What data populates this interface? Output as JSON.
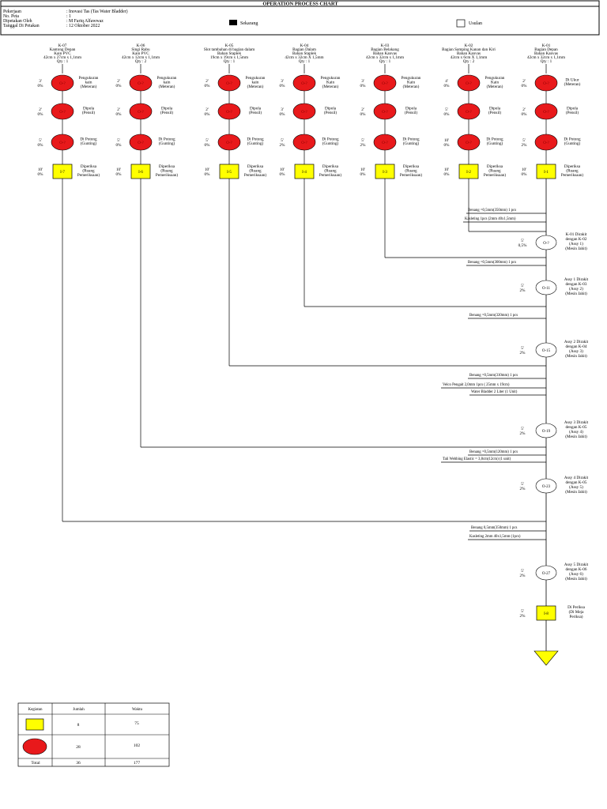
{
  "header": {
    "title": "OPERATION PROCESS CHART",
    "fields": [
      {
        "label": "Pekerjaan",
        "value": ": Inovasi Tas (Tas Water Bladder)"
      },
      {
        "label": "No. Peta",
        "value": ": 1"
      },
      {
        "label": "Dipetakan Oleh",
        "value": ": M Fariq Alfawwaz"
      },
      {
        "label": "Tanggal Di Petakan",
        "value": ": 12 Oktober 2022"
      }
    ],
    "legend_now": "Sekarang",
    "legend_proposed": "Usulan"
  },
  "columns": [
    {
      "code": "K-07",
      "name": [
        "Kantong Depan",
        "Kain PVC"
      ],
      "size": "42cm x 27cm x 1,1mm",
      "qty": "Qty : 1",
      "steps": [
        {
          "id": "O-?",
          "time": "3'",
          "pct": "0%",
          "desc": [
            "Pengukuran",
            "kain",
            "(Meteran)"
          ]
        },
        {
          "id": "O-?",
          "time": "2'",
          "pct": "0%",
          "desc": [
            "Dipola",
            "(Pensil)"
          ]
        },
        {
          "id": "O-?",
          "time": "5'",
          "pct": "0%",
          "desc": [
            "Di Potong",
            "(Gunting)"
          ]
        },
        {
          "id": "I-7",
          "time": "10'",
          "pct": "0%",
          "desc": [
            "Diperiksa",
            "(Ruang",
            "Pemeriksaan)"
          ]
        }
      ]
    },
    {
      "code": "K-06",
      "name": [
        "Singi Rabu",
        "Kain PVC"
      ],
      "size": "42cm x 12cm x 1,1mm",
      "qty": "Qty : 2",
      "steps": [
        {
          "id": "O-?",
          "time": "2'",
          "pct": "0%",
          "desc": [
            "Pengukuran",
            "kain",
            "(Meteran)"
          ]
        },
        {
          "id": "O-?",
          "time": "2'",
          "pct": "0%",
          "desc": [
            "Dipola",
            "(Pensil)"
          ]
        },
        {
          "id": "O-?",
          "time": "5'",
          "pct": "0%",
          "desc": [
            "Di Potong",
            "(Gunting)"
          ]
        },
        {
          "id": "I-6",
          "time": "10'",
          "pct": "0%",
          "desc": [
            "Diperiksa",
            "(Ruang",
            "Pemeriksaan)"
          ]
        }
      ]
    },
    {
      "code": "K-05",
      "name": [
        "Slot tambahan di bagian dalam",
        "Bahan Staplek"
      ],
      "size": "19cm x 19cm x 1,5mm",
      "qty": "Qty : 1",
      "steps": [
        {
          "id": "O-?",
          "time": "2'",
          "pct": "0%",
          "desc": [
            "Pengukuran",
            "kain",
            "(Meteran)"
          ]
        },
        {
          "id": "O-?",
          "time": "2'",
          "pct": "0%",
          "desc": [
            "Dipola",
            "(Pensil)"
          ]
        },
        {
          "id": "O-?",
          "time": "5'",
          "pct": "0%",
          "desc": [
            "Di Potong",
            "(Gunting)"
          ]
        },
        {
          "id": "I-5",
          "time": "10'",
          "pct": "0%",
          "desc": [
            "Diperiksa",
            "(Ruang",
            "Pemeriksaan)"
          ]
        }
      ]
    },
    {
      "code": "K-04",
      "name": [
        "Bagian Dalam",
        "Bahan Staplek"
      ],
      "size": "42cm x 32cm X 1,5mm",
      "qty": "Qty : 1",
      "steps": [
        {
          "id": "O-?",
          "time": "3'",
          "pct": "0%",
          "desc": [
            "Pengukuran",
            "Kain",
            "(Meteran)"
          ]
        },
        {
          "id": "O-?",
          "time": "3'",
          "pct": "0%",
          "desc": [
            "Dipola",
            "(Pensil)"
          ]
        },
        {
          "id": "O-?",
          "time": "5'",
          "pct": "2%",
          "desc": [
            "Di Potong",
            "(Gunting)"
          ]
        },
        {
          "id": "I-4",
          "time": "10'",
          "pct": "0%",
          "desc": [
            "Diperiksa",
            "(Ruang",
            "Pemeriksaan)"
          ]
        }
      ]
    },
    {
      "code": "K-03",
      "name": [
        "Bagian Belakang",
        "Bahan Kanvas"
      ],
      "size": "42cm x 32cm x 1,1mm",
      "qty": "Qty : 1",
      "steps": [
        {
          "id": "O-?",
          "time": "3'",
          "pct": "0%",
          "desc": [
            "Pengukuran",
            "Kain",
            "(Meteran)"
          ]
        },
        {
          "id": "O-?",
          "time": "2'",
          "pct": "0%",
          "desc": [
            "Dipola",
            "(Pensil)"
          ]
        },
        {
          "id": "O-?",
          "time": "5'",
          "pct": "2%",
          "desc": [
            "Di Potong",
            "(Gunting)"
          ]
        },
        {
          "id": "I-3",
          "time": "10'",
          "pct": "0%",
          "desc": [
            "Diperiksa",
            "(Ruang",
            "Pemeriksaan)"
          ]
        }
      ]
    },
    {
      "code": "K-02",
      "name": [
        "Bagian Samping Kanan dan Kiri",
        "Bahan Kanvas"
      ],
      "size": "42cm x 6cm X 1,1mm",
      "qty": "Qty : 2",
      "steps": [
        {
          "id": "O-?",
          "time": "4'",
          "pct": "0%",
          "desc": [
            "Pengukuran",
            "Kain",
            "(Meteran)"
          ]
        },
        {
          "id": "O-?",
          "time": "5'",
          "pct": "0%",
          "desc": [
            "Dipola",
            "(Pensil)"
          ]
        },
        {
          "id": "O-?",
          "time": "10'",
          "pct": "0%",
          "desc": [
            "Di Potong",
            "(Gunting)"
          ]
        },
        {
          "id": "I-2",
          "time": "10'",
          "pct": "0%",
          "desc": [
            "Diperiksa",
            "(Ruang",
            "Pemeriksaan)"
          ]
        }
      ]
    },
    {
      "code": "K-01",
      "name": [
        "Bagian Depan",
        "Bahan Kanvas"
      ],
      "size": "42cm x 32cm x 1,1mm",
      "qty": "Qty : 1",
      "steps": [
        {
          "id": "O-?",
          "time": "2'",
          "pct": "0%",
          "desc": [
            "Di Ukur",
            "(Meteran)"
          ]
        },
        {
          "id": "O-?",
          "time": "2'",
          "pct": "0%",
          "desc": [
            "Dipola",
            "(Pensil)"
          ]
        },
        {
          "id": "O-?",
          "time": "5'",
          "pct": "2%",
          "desc": [
            "Di Potong",
            "(Gunting)"
          ]
        },
        {
          "id": "I-1",
          "time": "10'",
          "pct": "0%",
          "desc": [
            "Diperiksa",
            "(Ruang",
            "Pemeriksaan)"
          ]
        }
      ]
    }
  ],
  "materials": [
    "Benang =0,5mm(350mm) 1 pcs",
    "Kasleting 1pcs (2mm 40x1,5mm)",
    "Benang =0,5mm(300mm) 1 pcs",
    "Benang =0,5mm(320mm) 1 pcs",
    "Benang =0,5mm(310mm) 1 pcs",
    "Velco Pengait 2,0mm 1pcs ( 25mm x 19cm)",
    "Water Bladder 2 Liter (1 Unit)",
    "Benang =0,5mm(120mm) 1 pcs",
    "Tali Webbing Elastic = 3,8cm(12cm) (1 unit)",
    "Benang 0,5mm(350mm) 1 pcs",
    "Kasleting 2mm 40x1,5mm (1pcs)"
  ],
  "assemblies": [
    {
      "id": "O-?",
      "time": "5'",
      "pct": "0,5%",
      "desc": [
        "K-01 Dirakit",
        "dengan K-02",
        "(Assy 1)",
        "(Mesin Jahit)"
      ]
    },
    {
      "id": "O-11",
      "time": "5'",
      "pct": "2%",
      "desc": [
        "Assy 1 Dirakit",
        "dengan K-03",
        "(Assy 2)",
        "(Mesin Jahit)"
      ]
    },
    {
      "id": "O-15",
      "time": "5'",
      "pct": "2%",
      "desc": [
        "Assy 2 Dirakit",
        "dengan K-04",
        "(Assy 3)",
        "(Mesin Jahit)"
      ]
    },
    {
      "id": "O-19",
      "time": "5'",
      "pct": "2%",
      "desc": [
        "Assy 3 Dirakit",
        "dengan K-05",
        "(Assy 4)",
        "(Mesin Jahit)"
      ]
    },
    {
      "id": "O-23",
      "time": "5'",
      "pct": "2%",
      "desc": [
        "Assy 4 Dirakit",
        "dengan K-05",
        "(Assy 5)",
        "(Mesin Jahit)"
      ]
    },
    {
      "id": "O-27",
      "time": "5'",
      "pct": "2%",
      "desc": [
        "Assy 5 Dirakit",
        "dengan K-06",
        "(Assy 6)",
        "(Mesin Jahit)"
      ]
    },
    {
      "id": "I-8",
      "time": "5'",
      "pct": "2%",
      "desc": [
        "Di Periksa",
        "(Di Meja",
        "Periksa)"
      ]
    }
  ],
  "summary": {
    "headers": [
      "Kegiatan",
      "Jumlah",
      "Waktu"
    ],
    "rows": [
      {
        "symbol": "inspection-square",
        "jumlah": "8",
        "waktu": "75"
      },
      {
        "symbol": "operation-circle",
        "jumlah": "28",
        "waktu": "102"
      }
    ],
    "total": {
      "label": "Total",
      "jumlah": "36",
      "waktu": "177"
    }
  },
  "colors": {
    "operation": "#e8191b",
    "inspection": "#ffff00",
    "storage": "#ffff00",
    "line": "#000000"
  }
}
